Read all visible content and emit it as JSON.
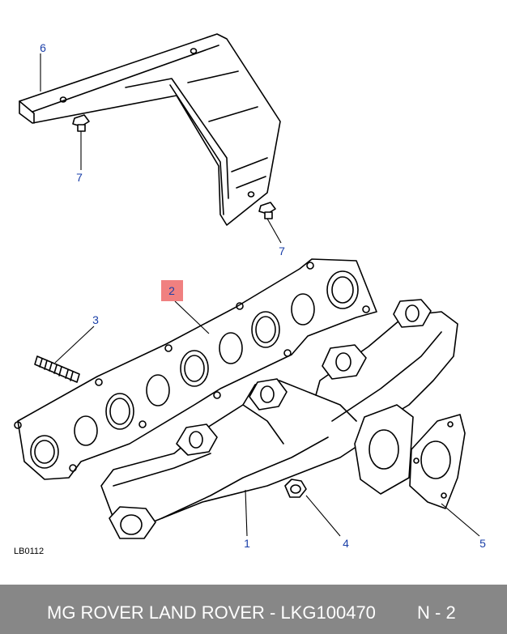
{
  "diagram": {
    "callouts": {
      "c1": "1",
      "c2": "2",
      "c3": "3",
      "c4": "4",
      "c5": "5",
      "c6": "6",
      "c7a": "7",
      "c7b": "7"
    },
    "highlight_color": "#f08080",
    "callout_color": "#1a3fa8",
    "reference_code": "LB0112"
  },
  "footer": {
    "title": "MG ROVER LAND ROVER - LKG100470",
    "page": "N - 2",
    "background": "#878787"
  }
}
